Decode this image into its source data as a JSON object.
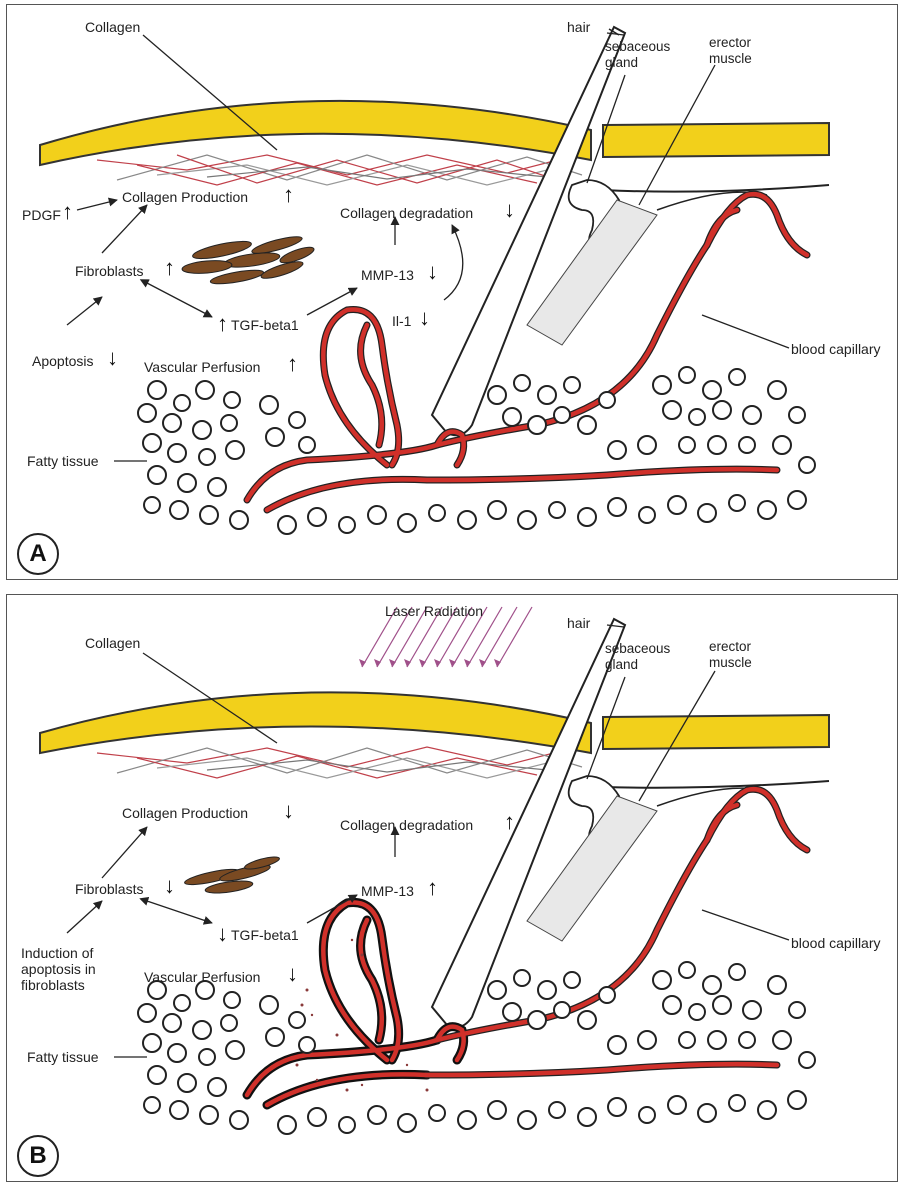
{
  "panel_a": {
    "badge": "A",
    "labels": {
      "collagen": "Collagen",
      "hair": "hair",
      "sebaceous_gland": "sebaceous\ngland",
      "erector_muscle": "erector\nmuscle",
      "pdgf": "PDGF",
      "collagen_production": "Collagen Production",
      "collagen_degradation": "Collagen degradation",
      "fibroblasts": "Fibroblasts",
      "mmp13": "MMP-13",
      "tgf_beta1": "TGF-beta1",
      "il1": "Il-1",
      "apoptosis": "Apoptosis",
      "vascular_perfusion": "Vascular Perfusion",
      "blood_capillary": "blood capillary",
      "fatty_tissue": "Fatty tissue"
    },
    "trends": {
      "pdgf": "up",
      "collagen_production": "up",
      "collagen_degradation": "down",
      "fibroblasts": "up",
      "mmp13": "down",
      "tgf_beta1": "up",
      "il1": "down",
      "apoptosis": "down",
      "vascular_perfusion": "up"
    }
  },
  "panel_b": {
    "badge": "B",
    "labels": {
      "collagen": "Collagen",
      "laser_radiation": "Laser Radiation",
      "hair": "hair",
      "sebaceous_gland": "sebaceous\ngland",
      "erector_muscle": "erector\nmuscle",
      "collagen_production": "Collagen Production",
      "collagen_degradation": "Collagen degradation",
      "fibroblasts": "Fibroblasts",
      "mmp13": "MMP-13",
      "tgf_beta1": "TGF-beta1",
      "induction_apoptosis": "Induction of\napoptosis in\nfibroblasts",
      "vascular_perfusion": "Vascular Perfusion",
      "blood_capillary": "blood capillary",
      "fatty_tissue": "Fatty tissue"
    },
    "trends": {
      "collagen_production": "down",
      "collagen_degradation": "up",
      "fibroblasts": "down",
      "mmp13": "up",
      "tgf_beta1": "down",
      "vascular_perfusion": "down"
    }
  },
  "colors": {
    "epidermis": "#f2d01b",
    "vessel": "#d0302a",
    "collagen_fiber": "#c0404a",
    "fibroblast": "#7a4a22",
    "laser": "#a0508a",
    "damage": "#111111"
  },
  "icons": {
    "up": "↑",
    "down": "↓"
  }
}
